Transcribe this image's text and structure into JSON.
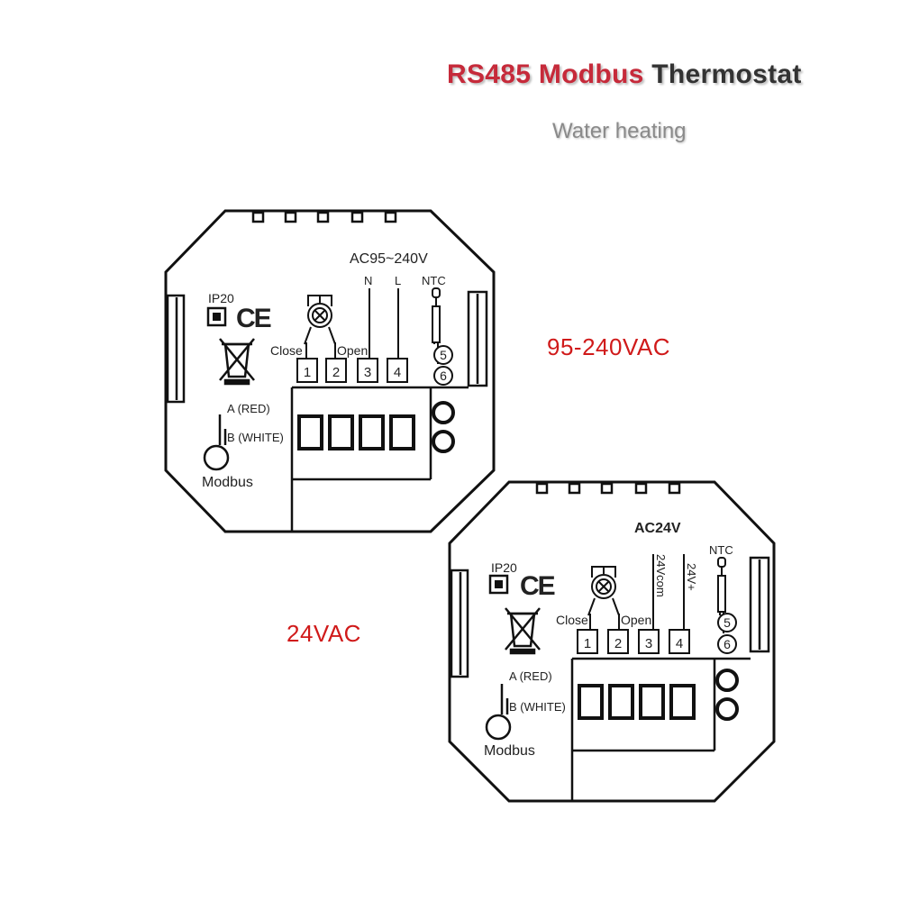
{
  "header": {
    "title_part1": "RS485 Modbus",
    "title_part2": "Thermostat",
    "subtitle": "Water heating"
  },
  "devices": [
    {
      "voltage_label": "95-240VAC",
      "supply_label": "AC95~240V",
      "wire_left": "N",
      "wire_right": "L",
      "ntc_label": "NTC",
      "ntc_terminals": [
        "5",
        "6"
      ],
      "ip_label": "IP20",
      "ce_mark": "CE",
      "valve_close": "Close",
      "valve_open": "Open",
      "terminals": [
        "1",
        "2",
        "3",
        "4"
      ],
      "modbus_a": "A (RED)",
      "modbus_b": "B (WHITE)",
      "modbus_label": "Modbus"
    },
    {
      "voltage_label": "24VAC",
      "supply_label": "AC24V",
      "wire_left": "24Vcom",
      "wire_right": "24V+",
      "ntc_label": "NTC",
      "ntc_terminals": [
        "5",
        "6"
      ],
      "ip_label": "IP20",
      "ce_mark": "CE",
      "valve_close": "Close",
      "valve_open": "Open",
      "terminals": [
        "1",
        "2",
        "3",
        "4"
      ],
      "modbus_a": "A (RED)",
      "modbus_b": "B (WHITE)",
      "modbus_label": "Modbus"
    }
  ],
  "icons": {
    "valve": "valve-motor-icon",
    "recycle": "crossed-out-bin-icon",
    "ip_box": "ip20-box-icon",
    "sensor": "ntc-sensor-icon"
  }
}
